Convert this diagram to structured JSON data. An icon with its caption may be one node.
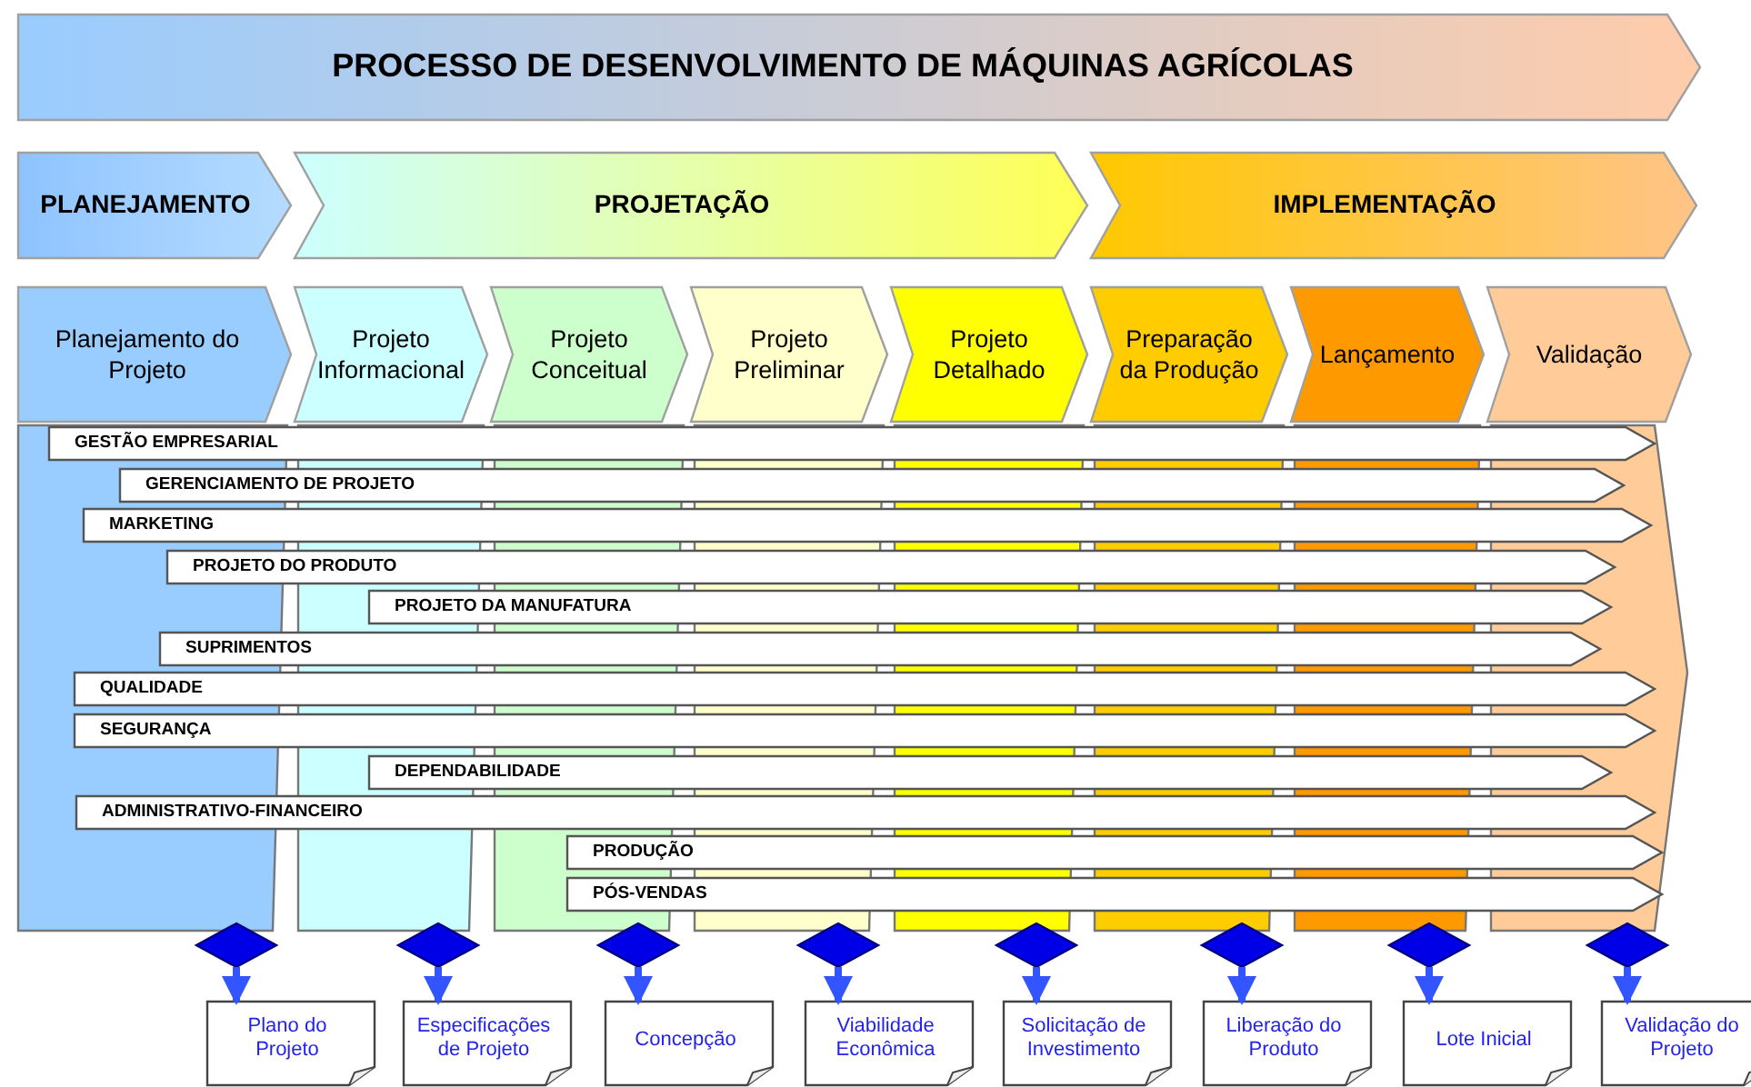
{
  "diagram": {
    "nodes": [
      {
        "text": [
          "PROCESSO DE DESENVOLVIMENTO DE MÁQUINAS AGRÍCOLAS"
        ]
      },
      {
        "text": [
          "PLANEJAMENTO"
        ]
      },
      {
        "text": [
          "PROJETAÇÃO"
        ]
      },
      {
        "text": [
          "IMPLEMENTAÇÃO"
        ]
      },
      {
        "text": [
          "Planejamento do Projeto"
        ]
      },
      {
        "text": [
          "Projeto Informacional"
        ]
      },
      {
        "text": [
          "Projeto Conceitual"
        ]
      },
      {
        "text": [
          "Projeto Preliminar"
        ]
      },
      {
        "text": [
          "Projeto Detalhado"
        ]
      },
      {
        "text": [
          "Preparação da Produção"
        ]
      },
      {
        "text": [
          "Lançamento"
        ]
      },
      {
        "text": [
          "Validação"
        ]
      },
      {
        "text": [
          "GESTÃO EMPRESARIAL"
        ]
      },
      {
        "text": [
          "GERENCIAMENTO DE PROJETO"
        ]
      },
      {
        "text": [
          "MARKETING"
        ]
      },
      {
        "text": [
          "PROJETO DO PRODUTO"
        ]
      },
      {
        "text": [
          "PROJETO DA MANUFATURA"
        ]
      },
      {
        "text": [
          "SUPRIMENTOS"
        ]
      },
      {
        "text": [
          "QUALIDADE"
        ]
      },
      {
        "text": [
          "SEGURANÇA"
        ]
      },
      {
        "text": [
          "DEPENDABILIDADE"
        ]
      },
      {
        "text": [
          "ADMINISTRATIVO-FINANCEIRO"
        ]
      },
      {
        "text": [
          "PRODUÇÃO"
        ]
      },
      {
        "text": [
          "PÓS-VENDAS"
        ]
      },
      {
        "text": [],
        "shape": "diamond"
      },
      {
        "text": [],
        "shape": "diamond"
      },
      {
        "text": [],
        "shape": "diamond"
      },
      {
        "text": [],
        "shape": "diamond"
      },
      {
        "text": [],
        "shape": "diamond"
      },
      {
        "text": [],
        "shape": "diamond"
      },
      {
        "text": [],
        "shape": "diamond"
      },
      {
        "text": [],
        "shape": "diamond"
      },
      {
        "text": [
          "Plano do Projeto"
        ]
      },
      {
        "text": [
          "Especificações de Projeto"
        ]
      },
      {
        "text": [
          "Concepção"
        ]
      },
      {
        "text": [
          "Viabilidade Econômica"
        ]
      },
      {
        "text": [
          "Solicitação de Investimento"
        ]
      },
      {
        "text": [
          "Liberação do Produto"
        ]
      },
      {
        "text": [
          "Lote Inicial"
        ]
      },
      {
        "text": [
          "Validação do Projeto"
        ]
      },
      {
        "text": [],
        "shape": "box"
      },
      {
        "text": [],
        "shape": "box"
      },
      {
        "text": [],
        "shape": "box"
      },
      {
        "text": [],
        "shape": "box"
      },
      {
        "text": [],
        "shape": "box"
      },
      {
        "text": [],
        "shape": "box"
      },
      {
        "text": [],
        "shape": "box"
      },
      {
        "text": [],
        "shape": "box"
      }
    ],
    "edges": [
      {
        "from": 24,
        "to": 32,
        "arrow": "to"
      },
      {
        "from": 25,
        "to": 33,
        "arrow": "to"
      },
      {
        "from": 26,
        "to": 34,
        "arrow": "to"
      },
      {
        "from": 27,
        "to": 35,
        "arrow": "to"
      },
      {
        "from": 28,
        "to": 36,
        "arrow": "to"
      },
      {
        "from": 29,
        "to": 37,
        "arrow": "to"
      },
      {
        "from": 30,
        "to": 38,
        "arrow": "to"
      },
      {
        "from": 31,
        "to": 39,
        "arrow": "to"
      }
    ]
  }
}
